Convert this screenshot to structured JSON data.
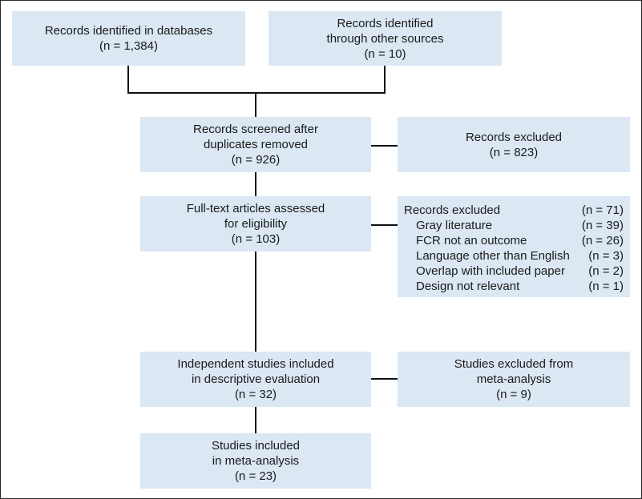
{
  "boxes": {
    "identified_db": {
      "line1": "Records identified in databases",
      "line2": "(n = 1,384)"
    },
    "identified_other": {
      "line1": "Records identified",
      "line2": "through other sources",
      "line3": "(n = 10)"
    },
    "screened": {
      "line1": "Records screened after",
      "line2": "duplicates removed",
      "line3": "(n = 926)"
    },
    "excluded_screen": {
      "line1": "Records excluded",
      "line2": "(n = 823)"
    },
    "fulltext": {
      "line1": "Full-text articles assessed",
      "line2": "for eligibility",
      "line3": "(n = 103)"
    },
    "excluded_fulltext": {
      "title": "Records excluded",
      "title_n": "(n = 71)",
      "reasons": [
        {
          "label": "Gray literature",
          "n": "(n = 39)"
        },
        {
          "label": "FCR not an outcome",
          "n": "(n = 26)"
        },
        {
          "label": "Language other than English",
          "n": "(n = 3)"
        },
        {
          "label": "Overlap with included paper",
          "n": "(n = 2)"
        },
        {
          "label": "Design not relevant",
          "n": "(n = 1)"
        }
      ]
    },
    "descriptive": {
      "line1": "Independent studies included",
      "line2": "in descriptive evaluation",
      "line3": "(n = 32)"
    },
    "excluded_meta": {
      "line1": "Studies excluded from",
      "line2": "meta-analysis",
      "line3": "(n = 9)"
    },
    "meta": {
      "line1": "Studies included",
      "line2": "in meta-analysis",
      "line3": "(n = 23)"
    }
  },
  "colors": {
    "box_fill": "#dbe7f3",
    "connector": "#111111"
  }
}
